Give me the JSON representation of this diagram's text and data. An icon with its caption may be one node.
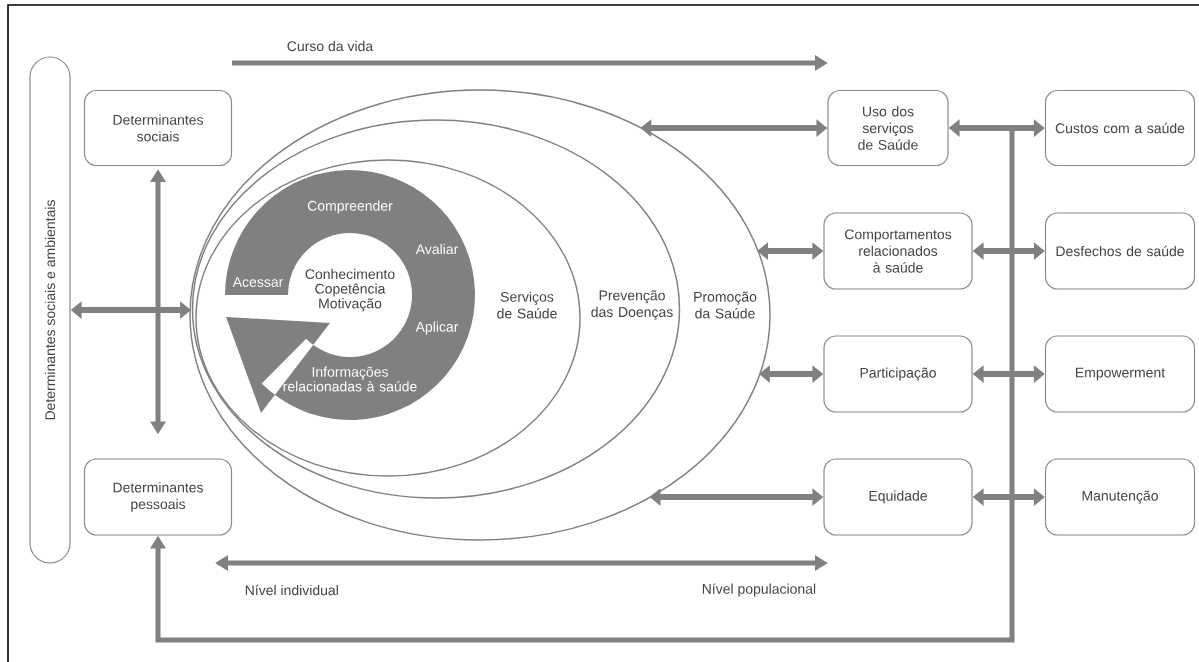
{
  "diagram": {
    "nodes": [
      {
        "text": [
          "Determinantes sociais e ambientais"
        ]
      },
      {
        "text": [
          "Determinantes sociais"
        ]
      },
      {
        "text": [
          "Determinantes pessoais"
        ]
      },
      {
        "text": [
          "Promoção da Saúde"
        ]
      },
      {
        "text": [
          "Prevenção das Doenças"
        ],
        "in": 3
      },
      {
        "text": [
          "Serviços de Saúde"
        ],
        "in": 4
      },
      {
        "text": [
          "Compreender",
          "Avaliar",
          "Acessar",
          "Conhecimento Copetência Motivação",
          "Aplicar",
          "Informações relacionadas à saúde"
        ],
        "in": 5
      },
      {
        "text": [
          "Uso dos serviços de Saúde"
        ]
      },
      {
        "text": [
          "Comportamentos relacionados à saúde"
        ]
      },
      {
        "text": [
          "Participação"
        ]
      },
      {
        "text": [
          "Equidade"
        ]
      },
      {
        "text": [
          "Custos com a saúde"
        ]
      },
      {
        "text": [
          "Desfechos de saúde"
        ]
      },
      {
        "text": [
          "Empowerment"
        ]
      },
      {
        "text": [
          "Manutenção"
        ]
      }
    ],
    "edges": [
      {
        "from": 1,
        "to": 2,
        "arrow": "both"
      },
      {
        "from": 0,
        "to": 3,
        "arrow": "both"
      },
      {
        "from": 3,
        "to": 7,
        "arrow": "both"
      },
      {
        "from": 3,
        "to": 8,
        "arrow": "both"
      },
      {
        "from": 3,
        "to": 9,
        "arrow": "both"
      },
      {
        "from": 3,
        "to": 10,
        "arrow": "both"
      },
      {
        "from": 7,
        "to": 11,
        "arrow": "both"
      },
      {
        "from": 8,
        "to": 12,
        "arrow": "both"
      },
      {
        "from": 9,
        "to": 13,
        "arrow": "both"
      },
      {
        "from": 10,
        "to": 14,
        "arrow": "both"
      },
      {
        "from": null,
        "to": 2,
        "arrow": "to"
      }
    ],
    "labels": [
      "Curso da vida",
      "Nível individual",
      "Nível populacional"
    ]
  }
}
